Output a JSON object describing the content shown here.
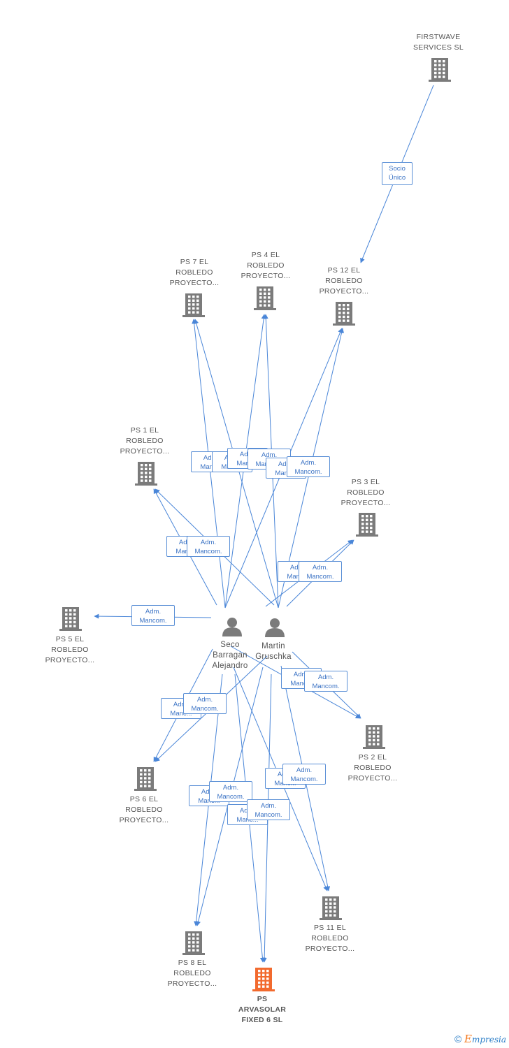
{
  "colors": {
    "edge": "#4a86d8",
    "building": "#7b7b7b",
    "target_building": "#f26a2e",
    "person": "#7b7b7b"
  },
  "nodes": {
    "firstwave": {
      "lines": [
        "FIRSTWAVE",
        "SERVICES SL"
      ],
      "icon": "building-icon"
    },
    "ps7": {
      "lines": [
        "PS 7 EL",
        "ROBLEDO",
        "PROYECTO..."
      ],
      "icon": "building-icon"
    },
    "ps4": {
      "lines": [
        "PS 4 EL",
        "ROBLEDO",
        "PROYECTO..."
      ],
      "icon": "building-icon"
    },
    "ps12": {
      "lines": [
        "PS 12 EL",
        "ROBLEDO",
        "PROYECTO..."
      ],
      "icon": "building-icon"
    },
    "ps1": {
      "lines": [
        "PS 1 EL",
        "ROBLEDO",
        "PROYECTO..."
      ],
      "icon": "building-icon"
    },
    "ps3": {
      "lines": [
        "PS 3 EL",
        "ROBLEDO",
        "PROYECTO..."
      ],
      "icon": "building-icon"
    },
    "ps5": {
      "lines": [
        "PS 5 EL",
        "ROBLEDO",
        "PROYECTO..."
      ],
      "icon": "building-icon"
    },
    "seco": {
      "lines": [
        "Seco",
        "Barragan",
        "Alejandro"
      ],
      "icon": "person-icon"
    },
    "martin": {
      "lines": [
        "Martin",
        "Gruschka"
      ],
      "icon": "person-icon"
    },
    "ps2": {
      "lines": [
        "PS 2 EL",
        "ROBLEDO",
        "PROYECTO..."
      ],
      "icon": "building-icon"
    },
    "ps6": {
      "lines": [
        "PS 6 EL",
        "ROBLEDO",
        "PROYECTO..."
      ],
      "icon": "building-icon"
    },
    "ps11": {
      "lines": [
        "PS 11 EL",
        "ROBLEDO",
        "PROYECTO..."
      ],
      "icon": "building-icon"
    },
    "ps8": {
      "lines": [
        "PS 8 EL",
        "ROBLEDO",
        "PROYECTO..."
      ],
      "icon": "building-icon"
    },
    "target": {
      "lines": [
        "PS",
        "ARVASOLAR",
        "FIXED 6 SL"
      ],
      "icon": "building-icon"
    }
  },
  "edge_tags": {
    "socio": [
      "Socio",
      "Único"
    ],
    "adm_short": [
      "Adm.",
      "Manc..."
    ],
    "adm": [
      "Adm.",
      "Mancom."
    ]
  },
  "footer": {
    "copyright": "©",
    "brand_e": "E",
    "brand_rest": "mpresia"
  }
}
